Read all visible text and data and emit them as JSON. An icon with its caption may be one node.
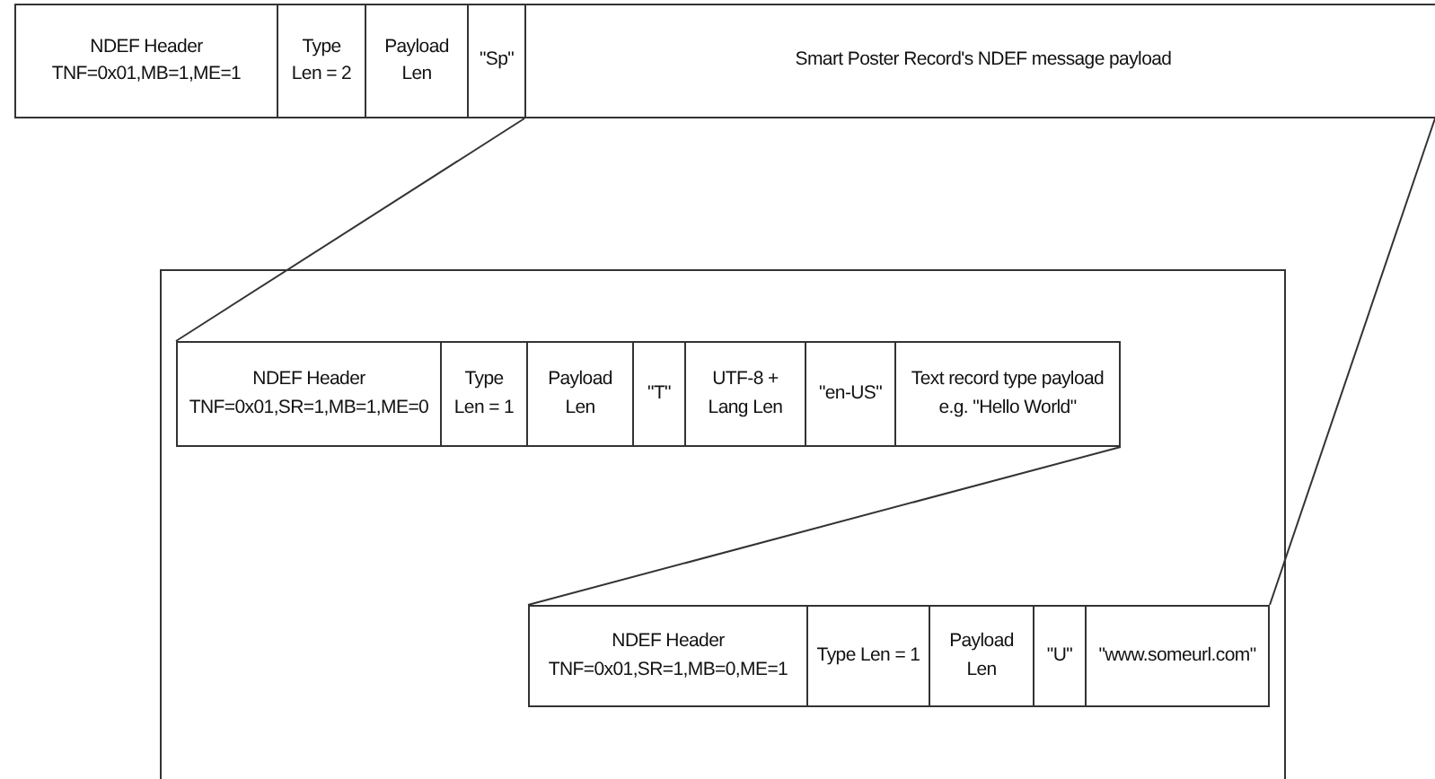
{
  "diagram": {
    "nodes": [
      {
        "text": [
          "NDEF Header",
          "TNF=0x01,MB=1,ME=1"
        ]
      },
      {
        "text": [
          "Type Len = 2"
        ]
      },
      {
        "text": [
          "Payload Len"
        ]
      },
      {
        "text": [
          "\"Sp\""
        ]
      },
      {
        "text": [
          "Smart Poster Record's NDEF message payload"
        ]
      },
      {
        "text": [],
        "shape": "box"
      },
      {
        "text": [
          "NDEF Header",
          "TNF=0x01,SR=1,MB=1,ME=0"
        ],
        "in": 5
      },
      {
        "text": [
          "Type Len = 1"
        ],
        "in": 5
      },
      {
        "text": [
          "Payload Len"
        ],
        "in": 5
      },
      {
        "text": [
          "\"T\""
        ],
        "in": 5
      },
      {
        "text": [
          "UTF-8 + Lang Len"
        ],
        "in": 5
      },
      {
        "text": [
          "\"en-US\""
        ],
        "in": 5
      },
      {
        "text": [
          "Text record type payload e.g. \"Hello World\""
        ],
        "in": 5
      },
      {
        "text": [
          "NDEF Header",
          "TNF=0x01,SR=1,MB=0,ME=1"
        ],
        "in": 5
      },
      {
        "text": [
          "Type Len = 1"
        ],
        "in": 5
      },
      {
        "text": [
          "Payload Len"
        ],
        "in": 5
      },
      {
        "text": [
          "\"U\""
        ],
        "in": 5
      },
      {
        "text": [
          "\"www.someurl.com\""
        ],
        "in": 5
      }
    ],
    "edges": [
      {
        "from": 4,
        "to": 6,
        "arrow": "none"
      },
      {
        "from": 4,
        "to": 17,
        "arrow": "none"
      },
      {
        "from": 12,
        "to": 13,
        "arrow": "none"
      }
    ]
  }
}
